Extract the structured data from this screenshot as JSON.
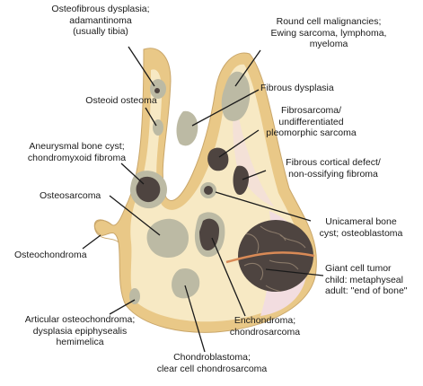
{
  "diagram": {
    "colors": {
      "bone": "#f7e9c4",
      "cortex": "#e9c887",
      "marrow": "#fbf3e4",
      "pink": "#f2dde0",
      "lesion_gray": "#bcbaa4",
      "lesion_dark": "#4e4440",
      "growth_plate": "#d98a56",
      "leader": "#1a1a1a"
    },
    "labels": [
      {
        "id": "osteofibrous",
        "lines": [
          "Osteofibrous dysplasia;",
          "adamantinoma",
          "(usually tibia)"
        ]
      },
      {
        "id": "round-cell",
        "lines": [
          "Round cell malignancies;",
          "Ewing sarcoma, lymphoma,",
          "myeloma"
        ]
      },
      {
        "id": "osteoid-osteoma",
        "lines": [
          "Osteoid osteoma"
        ]
      },
      {
        "id": "fibrous-dysplasia",
        "lines": [
          "Fibrous dysplasia"
        ]
      },
      {
        "id": "fibrosarcoma",
        "lines": [
          "Fibrosarcoma/",
          "undifferentiated",
          "pleomorphic sarcoma"
        ]
      },
      {
        "id": "abc",
        "lines": [
          "Aneurysmal bone cyst;",
          "chondromyxoid fibroma"
        ]
      },
      {
        "id": "fcd",
        "lines": [
          "Fibrous cortical defect/",
          "non-ossifying fibroma"
        ]
      },
      {
        "id": "osteosarcoma",
        "lines": [
          "Osteosarcoma"
        ]
      },
      {
        "id": "ubc",
        "lines": [
          "Unicameral bone",
          "cyst; osteoblastoma"
        ]
      },
      {
        "id": "osteochondroma",
        "lines": [
          "Osteochondroma"
        ]
      },
      {
        "id": "gct",
        "lines": [
          "Giant cell tumor",
          "child: metaphyseal",
          "adult: \"end of bone\""
        ]
      },
      {
        "id": "articular",
        "lines": [
          "Articular osteochondroma;",
          "dysplasia epiphysealis",
          "hemimelica"
        ]
      },
      {
        "id": "enchondroma",
        "lines": [
          "Enchondroma;",
          "chondrosarcoma"
        ]
      },
      {
        "id": "chondroblastoma",
        "lines": [
          "Chondroblastoma;",
          "clear cell chondrosarcoma"
        ]
      }
    ]
  }
}
